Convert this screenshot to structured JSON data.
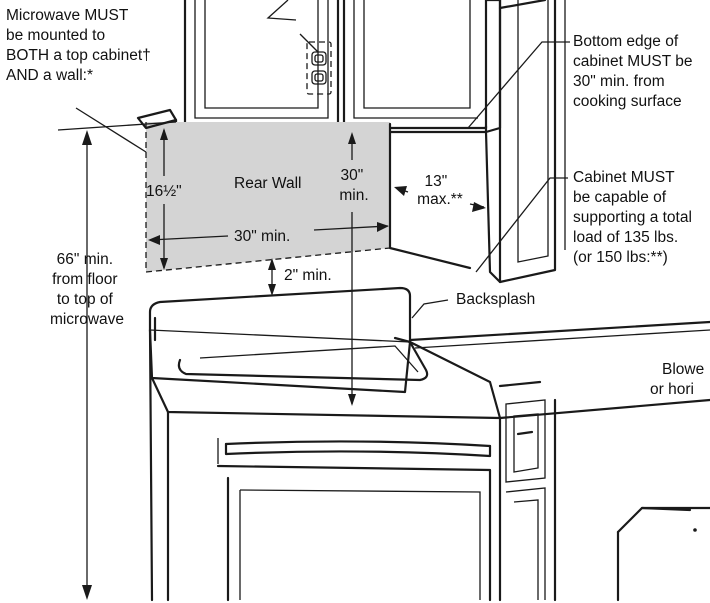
{
  "labels": {
    "mount_note": [
      "Microwave MUST",
      "be mounted to",
      "BOTH a top cabinet†",
      "AND a wall:*"
    ],
    "bottom_edge_note": [
      "Bottom edge of",
      "cabinet MUST be",
      "30\" min. from",
      "cooking surface"
    ],
    "cabinet_support_note": [
      "Cabinet MUST",
      "be capable of",
      "supporting a total",
      "load of 135 lbs.",
      "(or 150 lbs:**)"
    ],
    "floor_height": [
      "66\" min.",
      "from floor",
      "to top of",
      "microwave"
    ],
    "rear_wall": "Rear Wall",
    "height_16": "16½\"",
    "width_30": "30\" min.",
    "clearance_30": [
      "30\"",
      "min."
    ],
    "depth_13": [
      "13\"",
      "max.**"
    ],
    "gap_2": "2\" min.",
    "backsplash": "Backsplash",
    "blower_partial": [
      "Blowe",
      "or hori"
    ]
  },
  "colors": {
    "rear_wall_fill": "#d4d4d4",
    "line": "#1a1a1a",
    "background": "#ffffff"
  }
}
